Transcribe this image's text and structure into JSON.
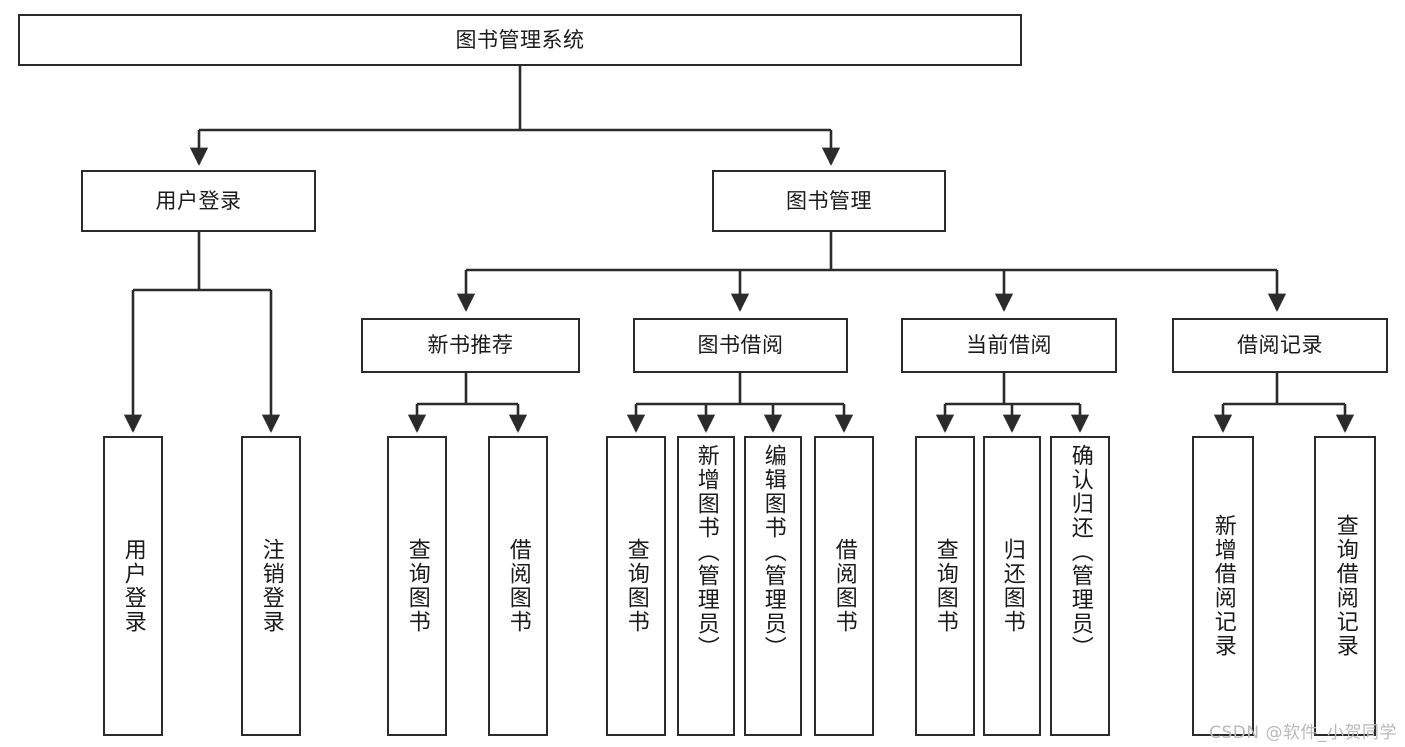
{
  "diagram": {
    "title": "图书管理系统",
    "type": "tree-hierarchy",
    "watermark": "CSDN @软件_小贺同学",
    "colors": {
      "background": "#ffffff",
      "box_border": "#2b2b2b",
      "connector": "#2b2b2b",
      "text": "#1a1a1a",
      "watermark": "#b9b9b9"
    },
    "root": {
      "label": "图书管理系统"
    },
    "level2": [
      {
        "label": "用户登录"
      },
      {
        "label": "图书管理"
      }
    ],
    "level3": [
      {
        "label": "新书推荐"
      },
      {
        "label": "图书借阅"
      },
      {
        "label": "当前借阅"
      },
      {
        "label": "借阅记录"
      }
    ],
    "leaves": {
      "user_login": [
        {
          "label": "用户登录"
        },
        {
          "label": "注销登录"
        }
      ],
      "new_book_recommend": [
        {
          "label": "查询图书"
        },
        {
          "label": "借阅图书"
        }
      ],
      "book_borrow": [
        {
          "label": "查询图书"
        },
        {
          "label": "新增图书（管理员）"
        },
        {
          "label": "编辑图书（管理员）"
        },
        {
          "label": "借阅图书"
        }
      ],
      "current_borrow": [
        {
          "label": "查询图书"
        },
        {
          "label": "归还图书"
        },
        {
          "label": "确认归还（管理员）"
        }
      ],
      "borrow_record": [
        {
          "label": "新增借阅记录"
        },
        {
          "label": "查询借阅记录"
        }
      ]
    }
  }
}
